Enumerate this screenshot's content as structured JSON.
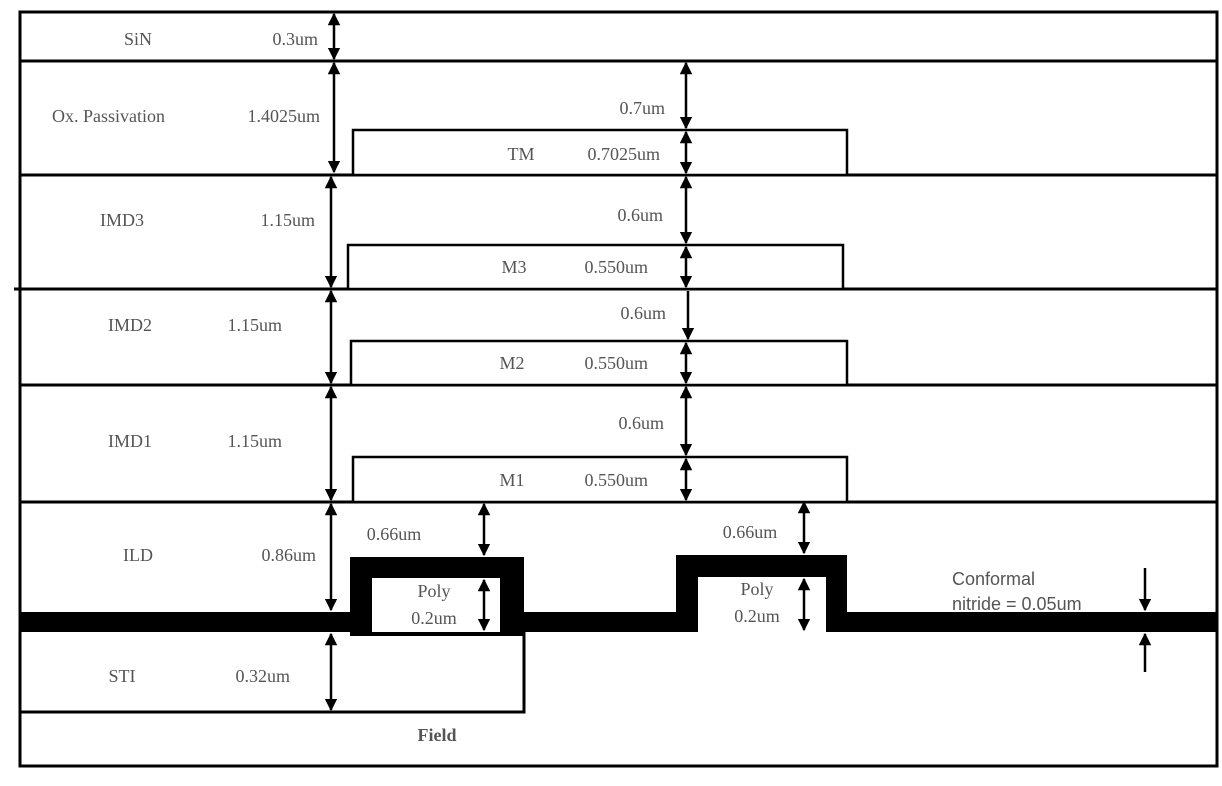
{
  "layers": [
    {
      "name": "SiN",
      "thickness": "0.3um"
    },
    {
      "name": "Ox. Passivation",
      "thickness": "1.4025um"
    },
    {
      "name": "IMD3",
      "thickness": "1.15um"
    },
    {
      "name": "IMD2",
      "thickness": "1.15um"
    },
    {
      "name": "IMD1",
      "thickness": "1.15um"
    },
    {
      "name": "ILD",
      "thickness": "0.86um"
    },
    {
      "name": "STI",
      "thickness": "0.32um"
    }
  ],
  "metals": [
    {
      "name": "TM",
      "thickness": "0.7025um",
      "gap": "0.7um"
    },
    {
      "name": "M3",
      "thickness": "0.550um",
      "gap": "0.6um"
    },
    {
      "name": "M2",
      "thickness": "0.550um",
      "gap": "0.6um"
    },
    {
      "name": "M1",
      "thickness": "0.550um",
      "gap": "0.6um"
    }
  ],
  "poly": [
    {
      "name": "Poly",
      "thickness": "0.2um",
      "gap": "0.66um"
    },
    {
      "name": "Poly",
      "thickness": "0.2um",
      "gap": "0.66um"
    }
  ],
  "nitride": {
    "line1": "Conformal",
    "line2": "nitride = 0.05um"
  },
  "field_label": "Field"
}
